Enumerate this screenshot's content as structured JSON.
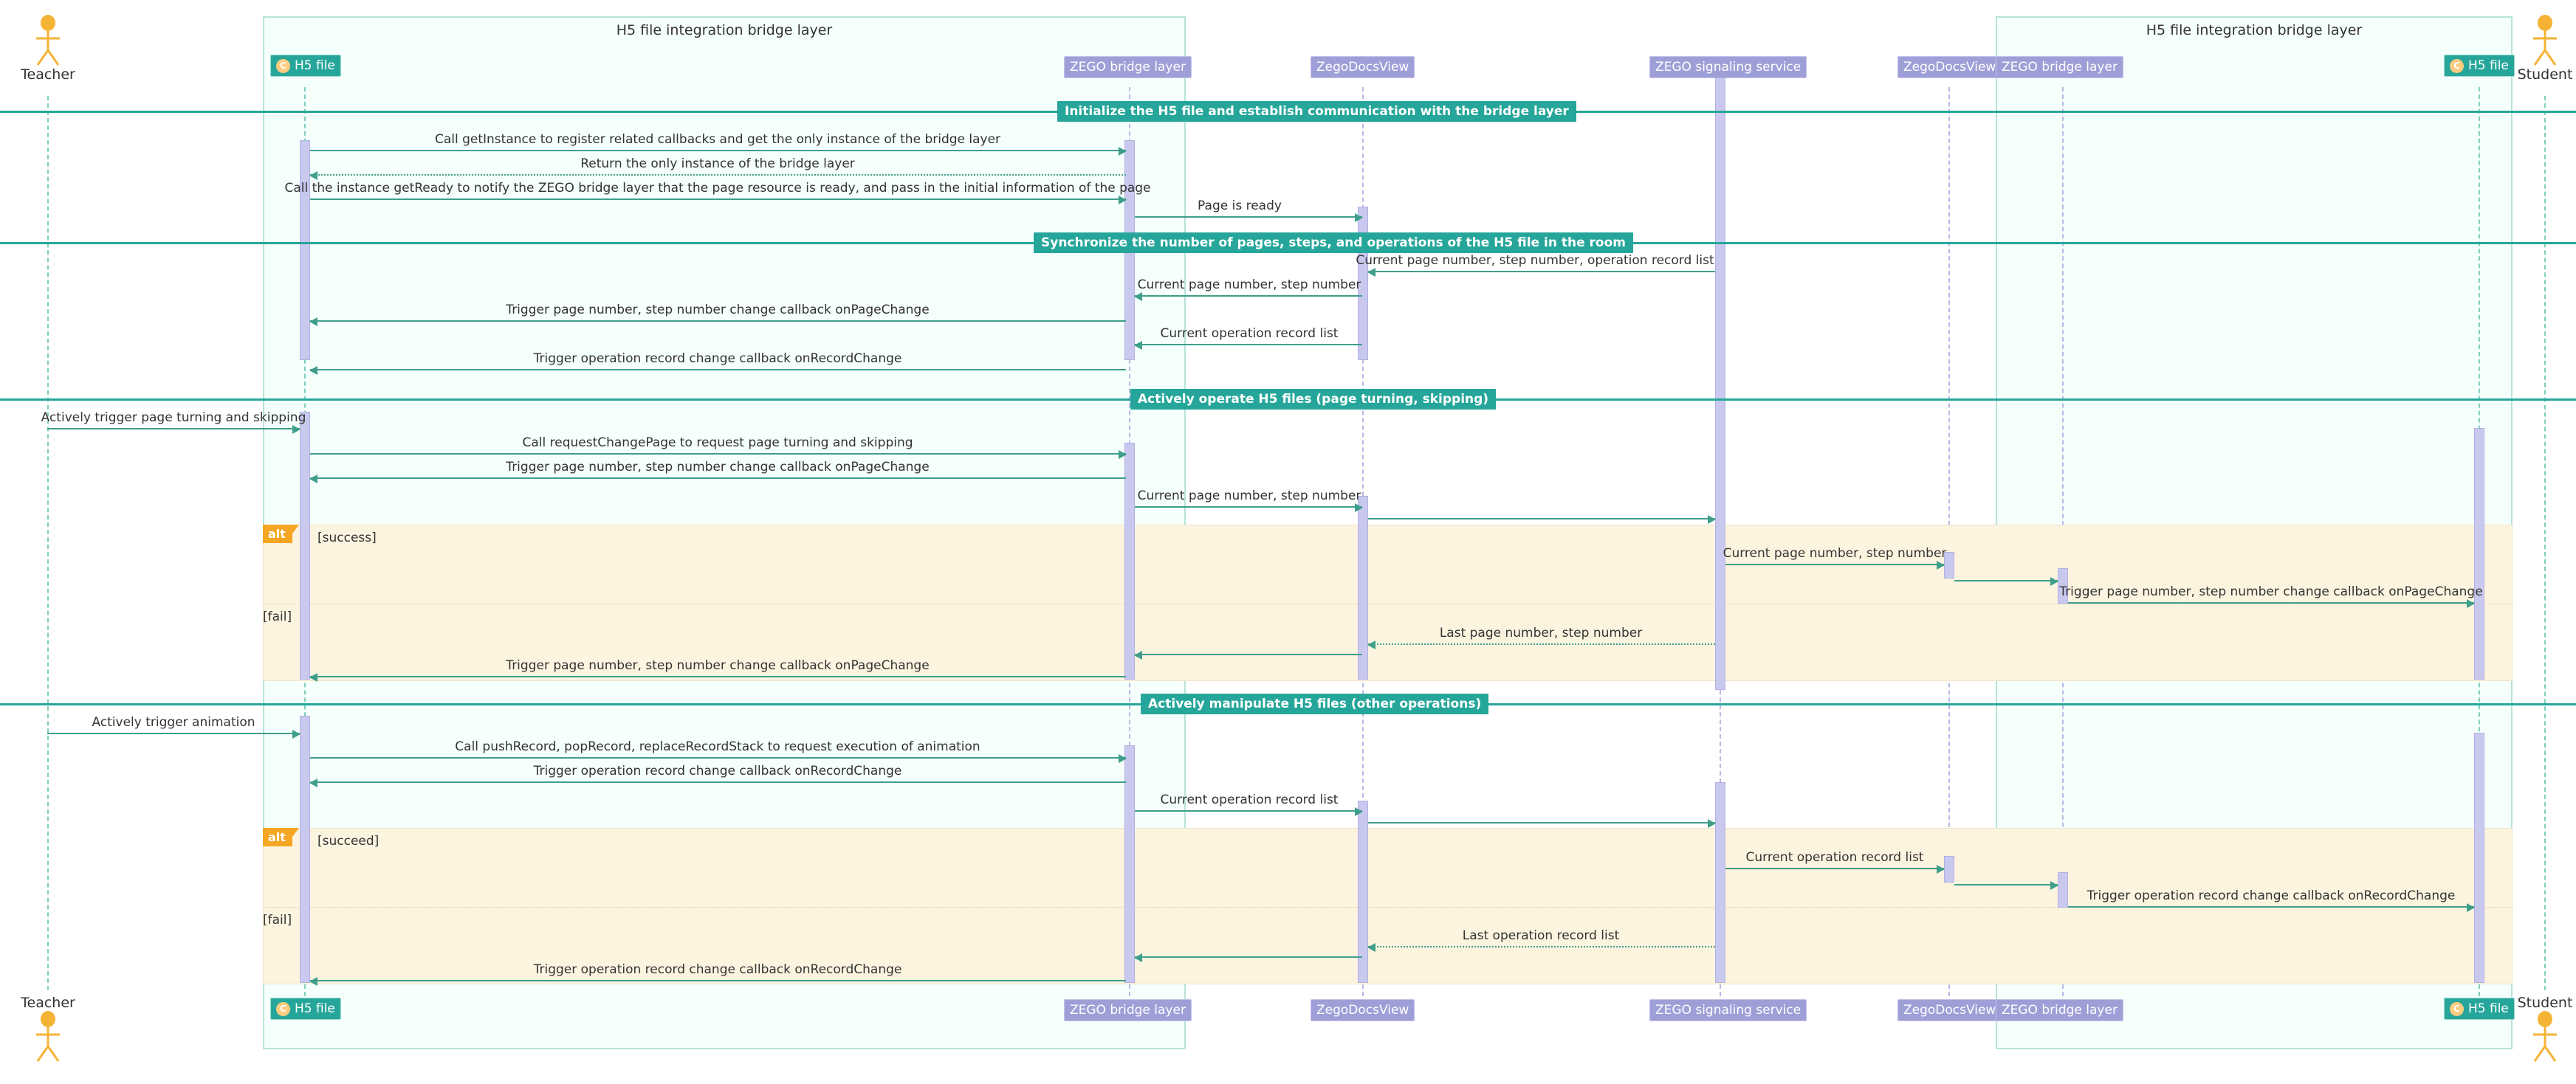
{
  "diagram": {
    "type": "sequence-diagram",
    "title": "H5 file integration bridge layer sequence",
    "colors": {
      "accent_teal": "#26a69a",
      "participant_purple": "#9f9fd8",
      "group_bg": "#f5fffc",
      "group_border": "#b6e3d8",
      "alt_bg": "#fdf4e0",
      "alt_tag": "#f5a623",
      "actor_yellow": "#f5b335",
      "arrow": "#3f9e8b"
    }
  },
  "groups": [
    {
      "label": "H5 file integration bridge layer",
      "side": "left"
    },
    {
      "label": "H5 file integration bridge layer",
      "side": "right"
    }
  ],
  "actors": [
    {
      "name": "Teacher",
      "position": "left"
    },
    {
      "name": "Student",
      "position": "right"
    }
  ],
  "participants": [
    {
      "id": "h5file_left",
      "label": "H5 file",
      "badge": "C",
      "style": "teal"
    },
    {
      "id": "bridge_left",
      "label": "ZEGO bridge layer",
      "badge": "",
      "style": "purple"
    },
    {
      "id": "docsview_left",
      "label": "ZegoDocsView",
      "badge": "",
      "style": "purple"
    },
    {
      "id": "signaling",
      "label": "ZEGO signaling service",
      "badge": "",
      "style": "purple"
    },
    {
      "id": "docsview_right",
      "label": "ZegoDocsView",
      "badge": "",
      "style": "purple"
    },
    {
      "id": "bridge_right",
      "label": "ZEGO bridge layer",
      "badge": "",
      "style": "purple"
    },
    {
      "id": "h5file_right",
      "label": "H5 file",
      "badge": "C",
      "style": "teal"
    }
  ],
  "sections": [
    {
      "label": "Initialize the H5 file and establish communication with the bridge layer"
    },
    {
      "label": "Synchronize the number of pages, steps, and operations of the H5 file in the room"
    },
    {
      "label": "Actively operate H5 files (page turning, skipping)"
    },
    {
      "label": "Actively manipulate H5 files (other operations)"
    }
  ],
  "alt_blocks": [
    {
      "tag": "alt",
      "conditions": [
        "[success]",
        "[fail]"
      ]
    },
    {
      "tag": "alt",
      "conditions": [
        "[succeed]",
        "[fail]"
      ]
    }
  ],
  "messages": [
    {
      "id": "m1",
      "text": "Call getInstance to register related callbacks and get the only instance of the bridge layer",
      "from": "h5file_left",
      "to": "bridge_left",
      "style": "solid",
      "dir": "right"
    },
    {
      "id": "m2",
      "text": "Return the only instance of the bridge layer",
      "from": "bridge_left",
      "to": "h5file_left",
      "style": "dotted",
      "dir": "left"
    },
    {
      "id": "m3",
      "text": "Call the instance getReady to notify the ZEGO bridge layer that the page resource is ready, and pass in the initial information of the page",
      "from": "h5file_left",
      "to": "bridge_left",
      "style": "solid",
      "dir": "right"
    },
    {
      "id": "m4",
      "text": "Page is ready",
      "from": "bridge_left",
      "to": "docsview_left",
      "style": "solid",
      "dir": "right"
    },
    {
      "id": "m5",
      "text": "Current page number, step number, operation record list",
      "from": "signaling",
      "to": "docsview_left",
      "style": "solid",
      "dir": "left"
    },
    {
      "id": "m6",
      "text": "Current page number, step number",
      "from": "docsview_left",
      "to": "bridge_left",
      "style": "solid",
      "dir": "left"
    },
    {
      "id": "m7",
      "text": "Trigger page number, step number change callback onPageChange",
      "from": "bridge_left",
      "to": "h5file_left",
      "style": "solid",
      "dir": "left"
    },
    {
      "id": "m8",
      "text": "Current operation record list",
      "from": "docsview_left",
      "to": "bridge_left",
      "style": "solid",
      "dir": "left"
    },
    {
      "id": "m9",
      "text": "Trigger operation record change callback onRecordChange",
      "from": "bridge_left",
      "to": "h5file_left",
      "style": "solid",
      "dir": "left"
    },
    {
      "id": "m10",
      "text": "Actively trigger page turning and skipping",
      "from": "Teacher",
      "to": "h5file_left",
      "style": "solid",
      "dir": "right"
    },
    {
      "id": "m11",
      "text": "Call requestChangePage to request page turning and skipping",
      "from": "h5file_left",
      "to": "bridge_left",
      "style": "solid",
      "dir": "right"
    },
    {
      "id": "m12",
      "text": "Trigger page number, step number change callback onPageChange",
      "from": "bridge_left",
      "to": "h5file_left",
      "style": "solid",
      "dir": "left"
    },
    {
      "id": "m13",
      "text": "Current page number, step number",
      "from": "bridge_left",
      "to": "docsview_left",
      "style": "solid",
      "dir": "right"
    },
    {
      "id": "m14",
      "text": "",
      "from": "docsview_left",
      "to": "signaling",
      "style": "solid",
      "dir": "right"
    },
    {
      "id": "m15",
      "text": "Current page number, step number",
      "from": "signaling",
      "to": "docsview_right",
      "style": "solid",
      "dir": "right"
    },
    {
      "id": "m16",
      "text": "",
      "from": "docsview_right",
      "to": "bridge_right",
      "style": "solid",
      "dir": "right"
    },
    {
      "id": "m17",
      "text": "Trigger page number, step number change callback onPageChange",
      "from": "bridge_right",
      "to": "h5file_right",
      "style": "solid",
      "dir": "right"
    },
    {
      "id": "m18",
      "text": "Last page number, step number",
      "from": "signaling",
      "to": "docsview_left",
      "style": "dotted",
      "dir": "left"
    },
    {
      "id": "m19",
      "text": "",
      "from": "docsview_left",
      "to": "bridge_left",
      "style": "solid",
      "dir": "left"
    },
    {
      "id": "m20",
      "text": "Trigger page number, step number change callback onPageChange",
      "from": "bridge_left",
      "to": "h5file_left",
      "style": "solid",
      "dir": "left"
    },
    {
      "id": "m21",
      "text": "Actively trigger animation",
      "from": "Teacher",
      "to": "h5file_left",
      "style": "solid",
      "dir": "right"
    },
    {
      "id": "m22",
      "text": "Call pushRecord, popRecord, replaceRecordStack to request execution of animation",
      "from": "h5file_left",
      "to": "bridge_left",
      "style": "solid",
      "dir": "right"
    },
    {
      "id": "m23",
      "text": "Trigger operation record change callback onRecordChange",
      "from": "bridge_left",
      "to": "h5file_left",
      "style": "solid",
      "dir": "left"
    },
    {
      "id": "m24",
      "text": "Current operation record list",
      "from": "bridge_left",
      "to": "docsview_left",
      "style": "solid",
      "dir": "right"
    },
    {
      "id": "m25",
      "text": "",
      "from": "docsview_left",
      "to": "signaling",
      "style": "solid",
      "dir": "right"
    },
    {
      "id": "m26",
      "text": "Current operation record list",
      "from": "signaling",
      "to": "docsview_right",
      "style": "solid",
      "dir": "right"
    },
    {
      "id": "m27",
      "text": "",
      "from": "docsview_right",
      "to": "bridge_right",
      "style": "solid",
      "dir": "right"
    },
    {
      "id": "m28",
      "text": "Trigger operation record change callback onRecordChange",
      "from": "bridge_right",
      "to": "h5file_right",
      "style": "solid",
      "dir": "right"
    },
    {
      "id": "m29",
      "text": "Last operation record list",
      "from": "signaling",
      "to": "docsview_left",
      "style": "dotted",
      "dir": "left"
    },
    {
      "id": "m30",
      "text": "",
      "from": "docsview_left",
      "to": "bridge_left",
      "style": "solid",
      "dir": "left"
    },
    {
      "id": "m31",
      "text": "Trigger operation record change callback onRecordChange",
      "from": "bridge_left",
      "to": "h5file_left",
      "style": "solid",
      "dir": "left"
    }
  ]
}
